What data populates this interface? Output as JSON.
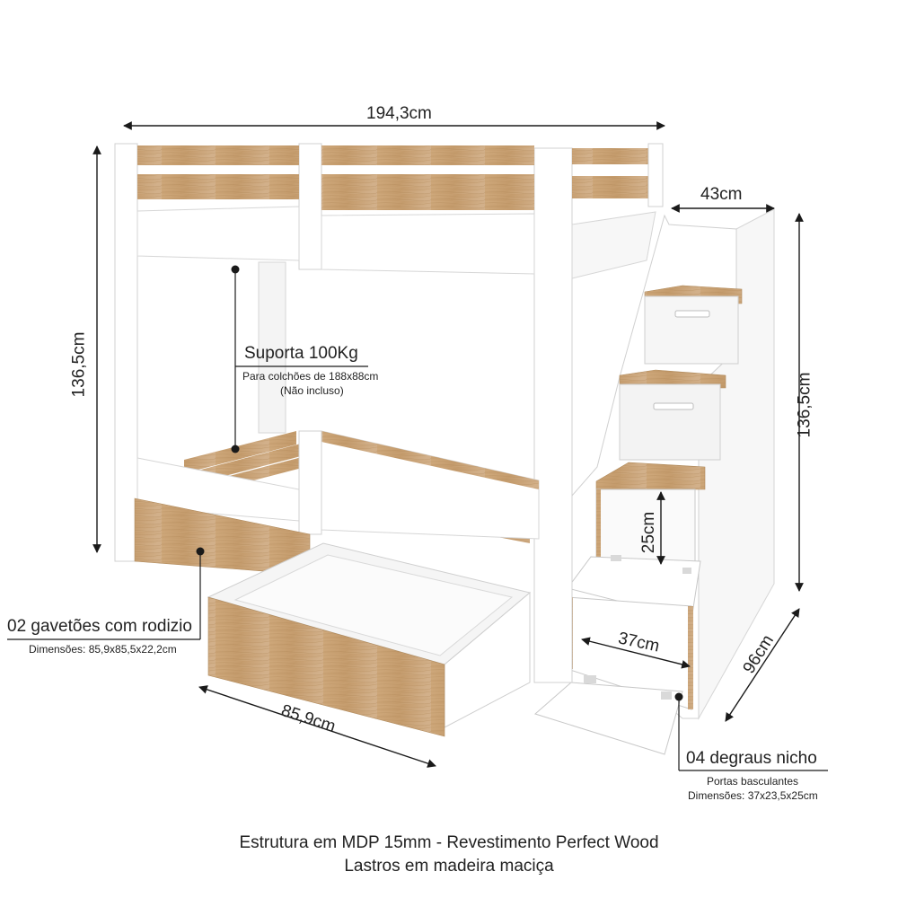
{
  "dimensions": {
    "total_width": "194,3cm",
    "total_height_left": "136,5cm",
    "total_height_right": "136,5cm",
    "stair_width": "43cm",
    "depth": "96cm",
    "drawer_width": "85,9cm",
    "niche_height": "25cm",
    "niche_width": "37cm"
  },
  "callouts": {
    "support": {
      "title": "Suporta 100Kg",
      "line1": "Para colchões de 188x88cm",
      "line2": "(Não incluso)"
    },
    "drawers": {
      "title": "02 gavetões com rodizio",
      "line1": "Dimensões: 85,9x85,5x22,2cm"
    },
    "steps": {
      "title": "04 degraus nicho",
      "line1": "Portas basculantes",
      "line2": "Dimensões: 37x23,5x25cm"
    }
  },
  "footer": {
    "line1": "Estrutura em MDP 15mm - Revestimento Perfect Wood",
    "line2": "Lastros em madeira maciça"
  },
  "colors": {
    "wood": "#c9a57a",
    "wood_dark": "#b08a5c",
    "white_panel": "#ffffff",
    "panel_edge": "#d9d9d9",
    "line": "#1a1a1a"
  }
}
